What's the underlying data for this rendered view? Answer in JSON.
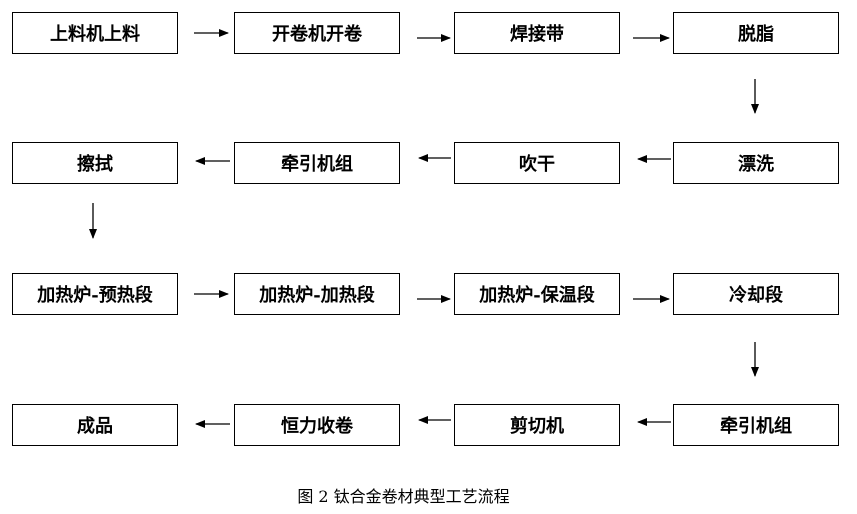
{
  "steps": [
    "上料机上料",
    "开卷机开卷",
    "焊接带",
    "脱脂",
    "漂洗",
    "吹干",
    "牵引机组",
    "擦拭",
    "加热炉-预热段",
    "加热炉-加热段",
    "加热炉-保温段",
    "冷却段",
    "牵引机组",
    "剪切机",
    "恒力收卷",
    "成品"
  ],
  "caption": "图 2  钛合金卷材典型工艺流程"
}
